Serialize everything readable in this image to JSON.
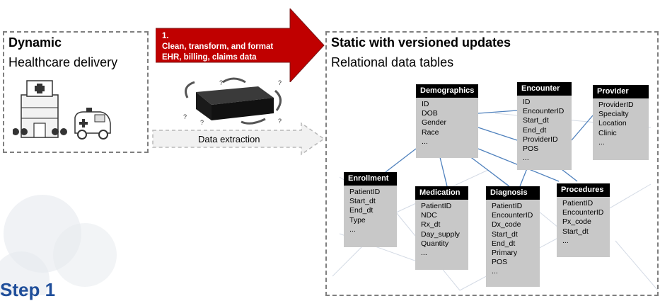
{
  "colors": {
    "arrow_red": "#c00000",
    "table_header": "#000000",
    "table_body": "#c8c8c8",
    "dashed_border": "#7f7f7f",
    "step_blue": "#1f4e9a"
  },
  "left_panel": {
    "title": "Dynamic",
    "subtitle": "Healthcare delivery",
    "icons": [
      "hospital-icon",
      "ambulance-icon"
    ]
  },
  "arrow": {
    "step_number": "1.",
    "line1": "Clean, transform, and format",
    "line2": "EHR, billing, claims data",
    "box_icon": "black-box-icon"
  },
  "extraction": {
    "label": "Data extraction"
  },
  "right_panel": {
    "title": "Static with versioned updates",
    "subtitle": "Relational data tables"
  },
  "tables": {
    "demographics": {
      "title": "Demographics",
      "fields": [
        "ID",
        "DOB",
        "Gender",
        "Race",
        "..."
      ]
    },
    "encounter": {
      "title": "Encounter",
      "fields": [
        "ID",
        "EncounterID",
        "Start_dt",
        "End_dt",
        "ProviderID",
        "POS",
        "..."
      ]
    },
    "provider": {
      "title": "Provider",
      "fields": [
        "ProviderID",
        "Specialty",
        "Location",
        "Clinic",
        "..."
      ]
    },
    "enrollment": {
      "title": "Enrollment",
      "fields": [
        "PatientID",
        "Start_dt",
        "End_dt",
        "Type",
        "..."
      ]
    },
    "medication": {
      "title": "Medication",
      "fields": [
        "PatientID",
        "NDC",
        "Rx_dt",
        "Day_supply",
        "Quantity",
        "..."
      ]
    },
    "diagnosis": {
      "title": "Diagnosis",
      "fields": [
        "PatientID",
        "EncounterID",
        "Dx_code",
        "Start_dt",
        "End_dt",
        "Primary",
        "POS",
        "..."
      ]
    },
    "procedures": {
      "title": "Procedures",
      "fields": [
        "PatientID",
        "EncounterID",
        "Px_code",
        "Start_dt",
        "..."
      ]
    }
  },
  "step_label": "Step 1"
}
